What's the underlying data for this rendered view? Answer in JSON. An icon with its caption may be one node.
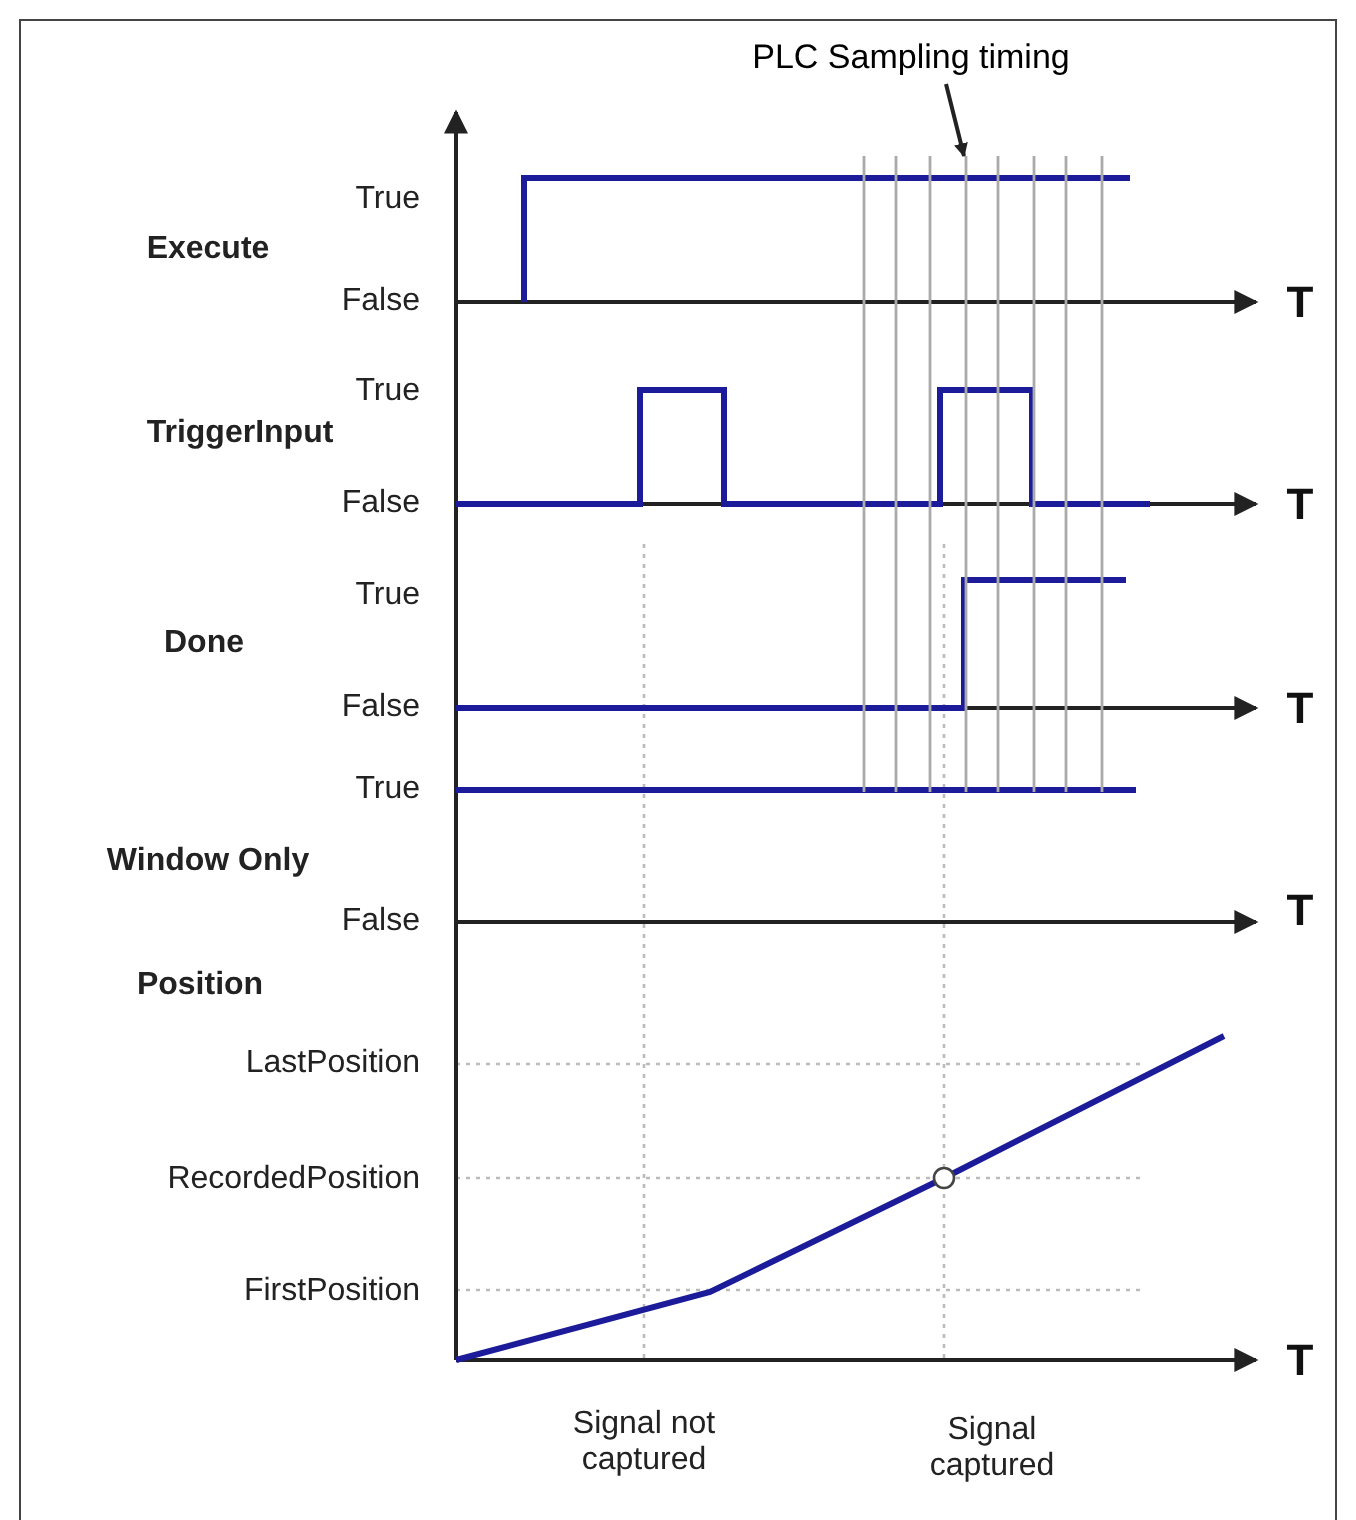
{
  "diagram": {
    "nodes": [
      {
        "text": [
          "PLC Sampling timing"
        ]
      },
      {
        "text": [],
        "shape": "lines"
      }
    ],
    "edges": [
      {
        "from": 0,
        "to": 1,
        "arrow": "to"
      }
    ],
    "labels": [
      "True",
      "Execute",
      "False",
      "T",
      "True",
      "TriggerInput",
      "False",
      "T",
      "True",
      "Done",
      "False",
      "T",
      "True",
      "Window Only",
      "False",
      "T",
      "Position",
      "LastPosition",
      "RecordedPosition",
      "FirstPosition",
      "T",
      "Signal not captured",
      "Signal captured"
    ]
  }
}
